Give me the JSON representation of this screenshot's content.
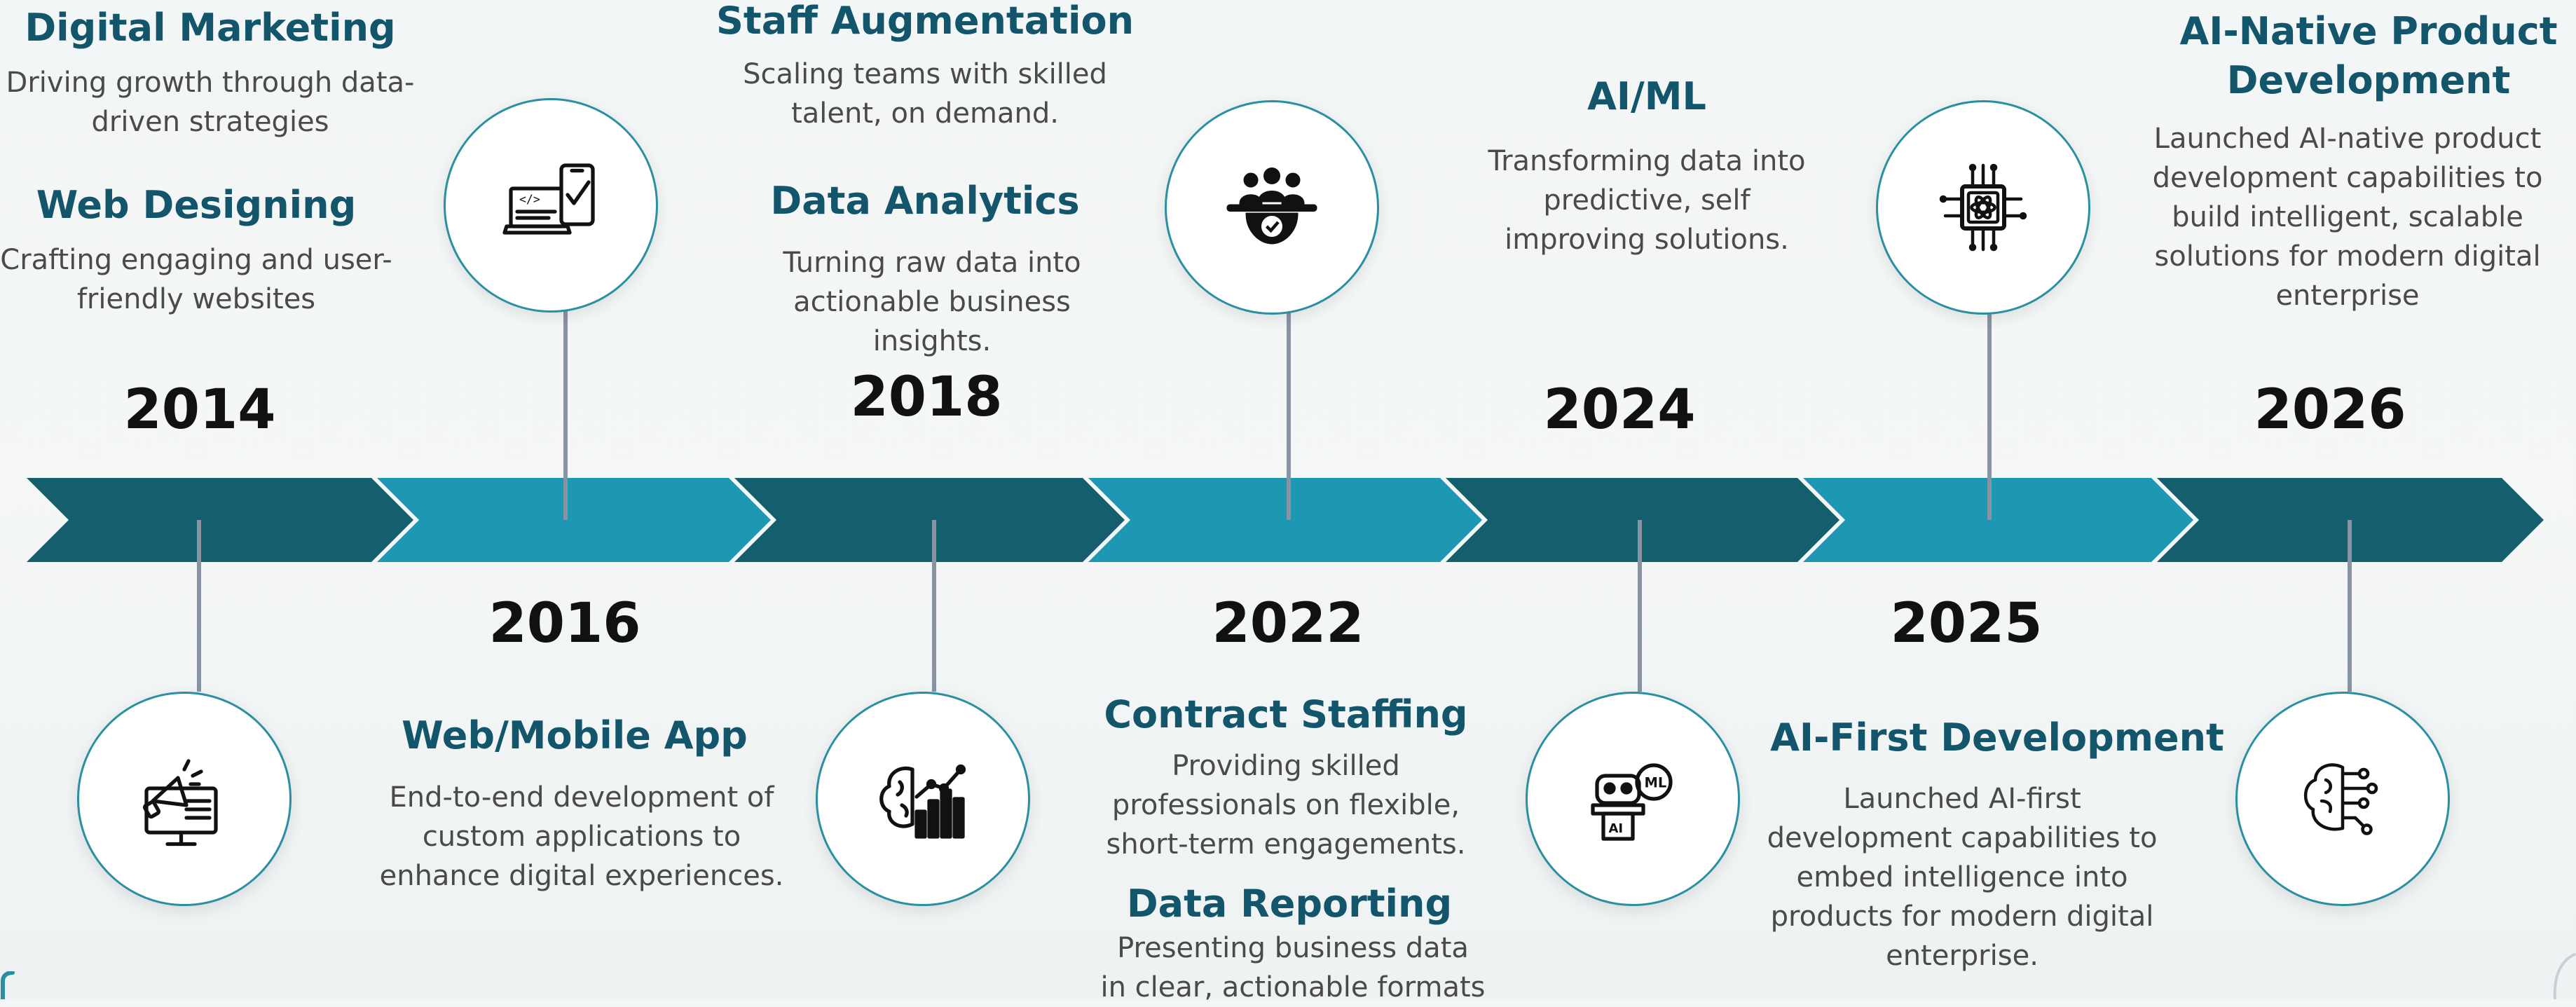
{
  "colors": {
    "dark_teal": "#13566b",
    "mid_teal": "#1a92ad",
    "arrow_dark": "#145e6d",
    "arrow_light": "#1e97b2",
    "connector": "#8a93a3"
  },
  "milestones": [
    {
      "year": "2014",
      "position": "below",
      "icon": "megaphone-monitor-icon",
      "services": [
        {
          "title": "Digital Marketing",
          "desc": "Driving growth through data-driven strategies"
        },
        {
          "title": "Web Designing",
          "desc": "Crafting engaging and user-friendly websites"
        }
      ]
    },
    {
      "year": "2016",
      "position": "above",
      "icon": "laptop-phone-code-icon",
      "services": [
        {
          "title": "Web/Mobile App",
          "desc": "End-to-end development of custom applications to enhance digital experiences."
        }
      ]
    },
    {
      "year": "2018",
      "position": "below",
      "icon": "brain-analytics-chart-icon",
      "services": [
        {
          "title": "Staff Augmentation",
          "desc": "Scaling teams with skilled talent, on demand."
        },
        {
          "title": "Data Analytics",
          "desc": "Turning raw data into actionable business insights."
        }
      ]
    },
    {
      "year": "2022",
      "position": "above",
      "icon": "team-gear-icon",
      "services": [
        {
          "title": "Contract Staffing",
          "desc": "Providing skilled professionals on flexible, short-term engagements."
        },
        {
          "title": "Data Reporting",
          "desc": "Presenting business data in clear, actionable formats"
        }
      ]
    },
    {
      "year": "2024",
      "position": "below",
      "icon": "robot-ml-icon",
      "services": [
        {
          "title": "AI/ML",
          "desc": "Transforming data into predictive, self improving solutions."
        }
      ]
    },
    {
      "year": "2025",
      "position": "above",
      "icon": "ai-chip-atom-icon",
      "services": [
        {
          "title": "AI-First Development",
          "desc": "Launched AI-first development capabilities to embed intelligence into  products for modern  digital enterprise."
        }
      ]
    },
    {
      "year": "2026",
      "position": "below",
      "icon": "brain-circuit-icon",
      "services": [
        {
          "title": "AI-Native Product Development",
          "desc": "Launched AI-native product development capabilities to build intelligent, scalable solutions for modern digital enterprise"
        }
      ]
    }
  ]
}
